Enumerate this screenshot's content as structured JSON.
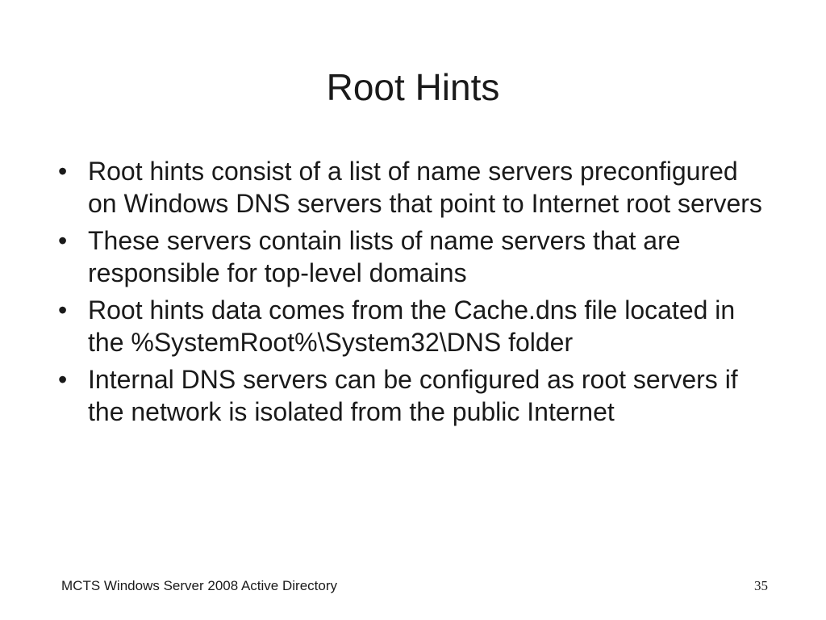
{
  "slide": {
    "title": "Root Hints",
    "bullets": [
      "Root hints consist of a list of name servers preconfigured on Windows DNS servers that point to Internet root servers",
      "These servers contain lists of name servers that are responsible for top-level domains",
      "Root hints data comes from the Cache.dns file located in the %SystemRoot%\\System32\\DNS folder",
      "Internal DNS servers can be configured as root servers if the network is isolated from the public Internet"
    ],
    "bullet_symbol": "•",
    "footer_text": "MCTS Windows Server 2008 Active Directory",
    "page_number": "35"
  }
}
